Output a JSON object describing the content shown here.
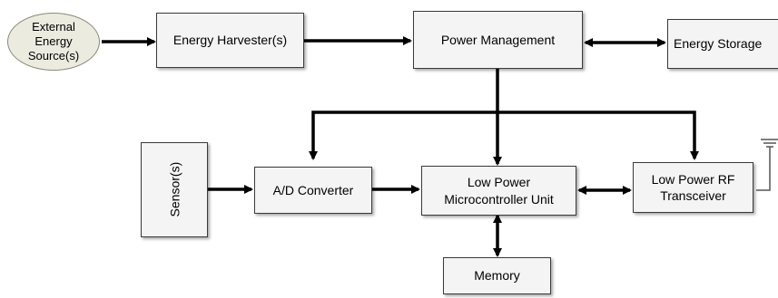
{
  "nodes": {
    "external_source": "External\nEnergy\nSource(s)",
    "harvester": "Energy Harvester(s)",
    "power_management": "Power Management",
    "energy_storage": "Energy Storage",
    "sensor": "Sensor(s)",
    "adc": "A/D Converter",
    "mcu": "Low Power\nMicrocontroller Unit",
    "rf": "Low Power RF\nTransceiver",
    "memory": "Memory"
  },
  "colors": {
    "arrow": "#000000",
    "box_fill": "#f4f4f4",
    "oval_fill": "#ecebe0",
    "antenna": "#555555"
  }
}
